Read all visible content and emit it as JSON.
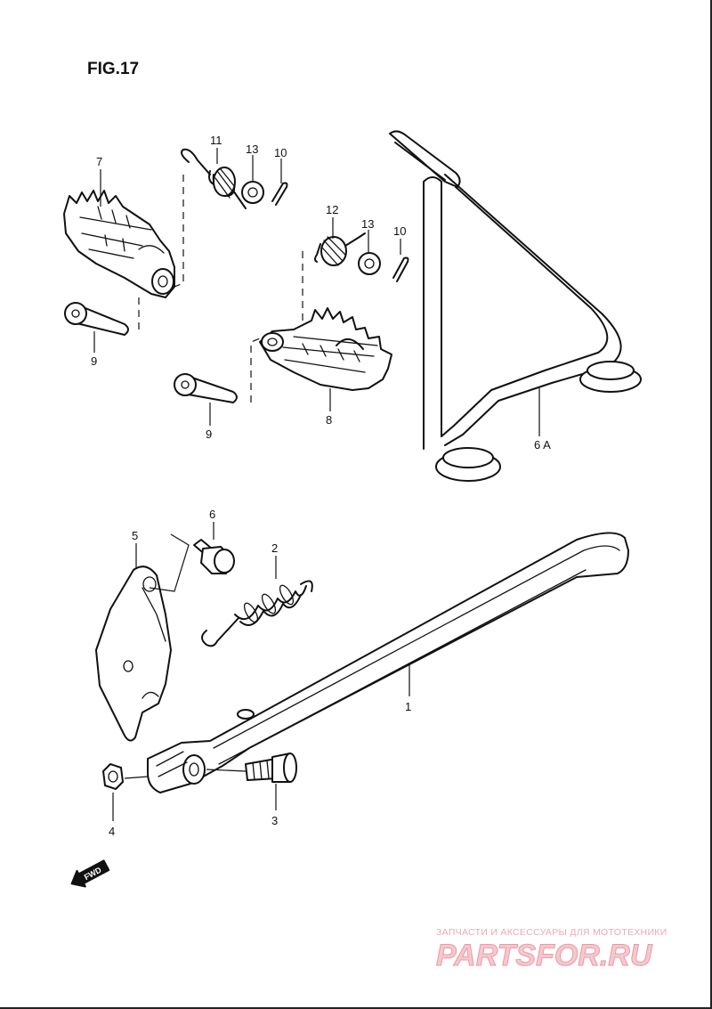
{
  "figure": {
    "title": "FIG.17"
  },
  "callouts": [
    {
      "id": "c7",
      "text": "7"
    },
    {
      "id": "c11",
      "text": "11"
    },
    {
      "id": "c13a",
      "text": "13"
    },
    {
      "id": "c10a",
      "text": "10"
    },
    {
      "id": "c12",
      "text": "12"
    },
    {
      "id": "c13b",
      "text": "13"
    },
    {
      "id": "c10b",
      "text": "10"
    },
    {
      "id": "c9a",
      "text": "9"
    },
    {
      "id": "c9b",
      "text": "9"
    },
    {
      "id": "c8",
      "text": "8"
    },
    {
      "id": "c6a",
      "text": "6 A"
    },
    {
      "id": "c6",
      "text": "6"
    },
    {
      "id": "c5",
      "text": "5"
    },
    {
      "id": "c2",
      "text": "2"
    },
    {
      "id": "c1",
      "text": "1"
    },
    {
      "id": "c4",
      "text": "4"
    },
    {
      "id": "c3",
      "text": "3"
    }
  ],
  "fwd_arrow": {
    "text": "FWD"
  },
  "watermark": {
    "tagline": "ЗАПЧАСТИ И АКСЕССУАРЫ ДЛЯ МОТОТЕХНИКИ",
    "logo": "PARTSFOR.RU"
  },
  "colors": {
    "line": "#111111",
    "background": "#ffffff",
    "watermark": "#ea9aa4"
  }
}
